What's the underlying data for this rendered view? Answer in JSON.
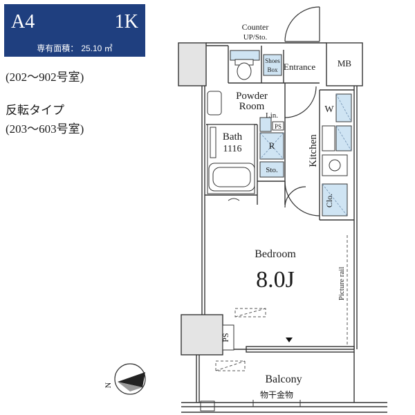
{
  "header": {
    "unit_type": "A4",
    "layout_type": "1K",
    "area_label": "専有面積：",
    "area_value": "25.10 ㎡"
  },
  "notes": {
    "rooms": "(202〜902号室)",
    "reverse_label": "反転タイプ",
    "reverse_rooms": "(203〜603号室)"
  },
  "labels": {
    "counter": "Counter",
    "up_sto": "UP/Sto.",
    "shoes": "Shoes",
    "box": "Box",
    "entrance": "Entrance",
    "mb": "MB",
    "powder": "Powder",
    "room": "Room",
    "lin": "Lin.",
    "ps": "PS",
    "bath": "Bath",
    "bath_size": "1116",
    "r": "R",
    "sto": "Sto.",
    "kitchen": "Kitchen",
    "w": "W",
    "clo": "Clo.",
    "bedroom": "Bedroom",
    "bedroom_size": "8.0J",
    "picture_rail": "Picture rail",
    "ps2": "PS",
    "balcony": "Balcony",
    "clothes_hanger": "物干金物",
    "north": "N"
  },
  "colors": {
    "header_bg": "#1f3f7f",
    "fixture_blue": "#cfe4f3",
    "wall": "#e4e4e4"
  }
}
